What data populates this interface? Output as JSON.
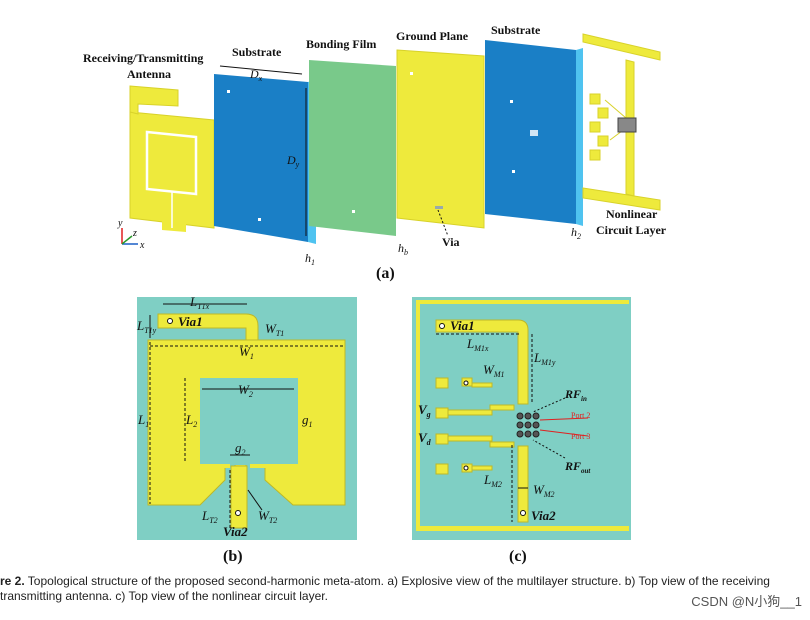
{
  "panel_a": {
    "labels": {
      "antenna_line1": "Receiving/Transmitting",
      "antenna_line2": "Antenna",
      "substrate1": "Substrate",
      "bonding_film": "Bonding Film",
      "ground_plane": "Ground Plane",
      "substrate2": "Substrate",
      "nonlinear_line1": "Nonlinear",
      "nonlinear_line2": "Circuit Layer",
      "via": "Via"
    },
    "dims": {
      "dx": "D",
      "dx_sub": "x",
      "dy": "D",
      "dy_sub": "y",
      "h1": "h",
      "h1_sub": "1",
      "hb": "h",
      "hb_sub": "b",
      "h2": "h",
      "h2_sub": "2"
    },
    "axes": {
      "x": "x",
      "y": "y",
      "z": "z"
    },
    "panel_label": "(a)"
  },
  "panel_b": {
    "dims": {
      "lt1x": "L",
      "lt1x_sub": "T1x",
      "lt1y": "L",
      "lt1y_sub": "T1y",
      "via1": "Via1",
      "wt1": "W",
      "wt1_sub": "T1",
      "w1": "W",
      "w1_sub": "1",
      "w2": "W",
      "w2_sub": "2",
      "l1": "L",
      "l1_sub": "1",
      "l2": "L",
      "l2_sub": "2",
      "g1": "g",
      "g1_sub": "1",
      "g2": "g",
      "g2_sub": "2",
      "lt2": "L",
      "lt2_sub": "T2",
      "wt2": "W",
      "wt2_sub": "T2",
      "via2": "Via2"
    },
    "panel_label": "(b)"
  },
  "panel_c": {
    "dims": {
      "via1": "Via1",
      "lm1x": "L",
      "lm1x_sub": "M1x",
      "lm1y": "L",
      "lm1y_sub": "M1y",
      "wm1": "W",
      "wm1_sub": "M1",
      "rfin": "RF",
      "rfin_sub": "in",
      "vg": "V",
      "vg_sub": "g",
      "vd": "V",
      "vd_sub": "d",
      "port2": "Port 2",
      "port3": "Port 3",
      "rfout": "RF",
      "rfout_sub": "out",
      "lm2": "L",
      "lm2_sub": "M2",
      "wm2": "W",
      "wm2_sub": "M2",
      "via2": "Via2"
    },
    "panel_label": "(c)"
  },
  "caption": {
    "line1_bold": "re 2.",
    "line1_text": " Topological structure of the proposed second-harmonic meta-atom. a) Explosive view of the multilayer structure. b) Top view of the receiving",
    "line2_text": "transmitting antenna. c) Top view of the nonlinear circuit layer."
  },
  "watermark": "CSDN @N小狗__1",
  "colors": {
    "yellow": "#EEEA3C",
    "blue": "#1A7FC6",
    "blue_edge": "#4FC3F0",
    "green": "#79C98A",
    "teal": "#7FCFC4",
    "red": "#E02020"
  }
}
